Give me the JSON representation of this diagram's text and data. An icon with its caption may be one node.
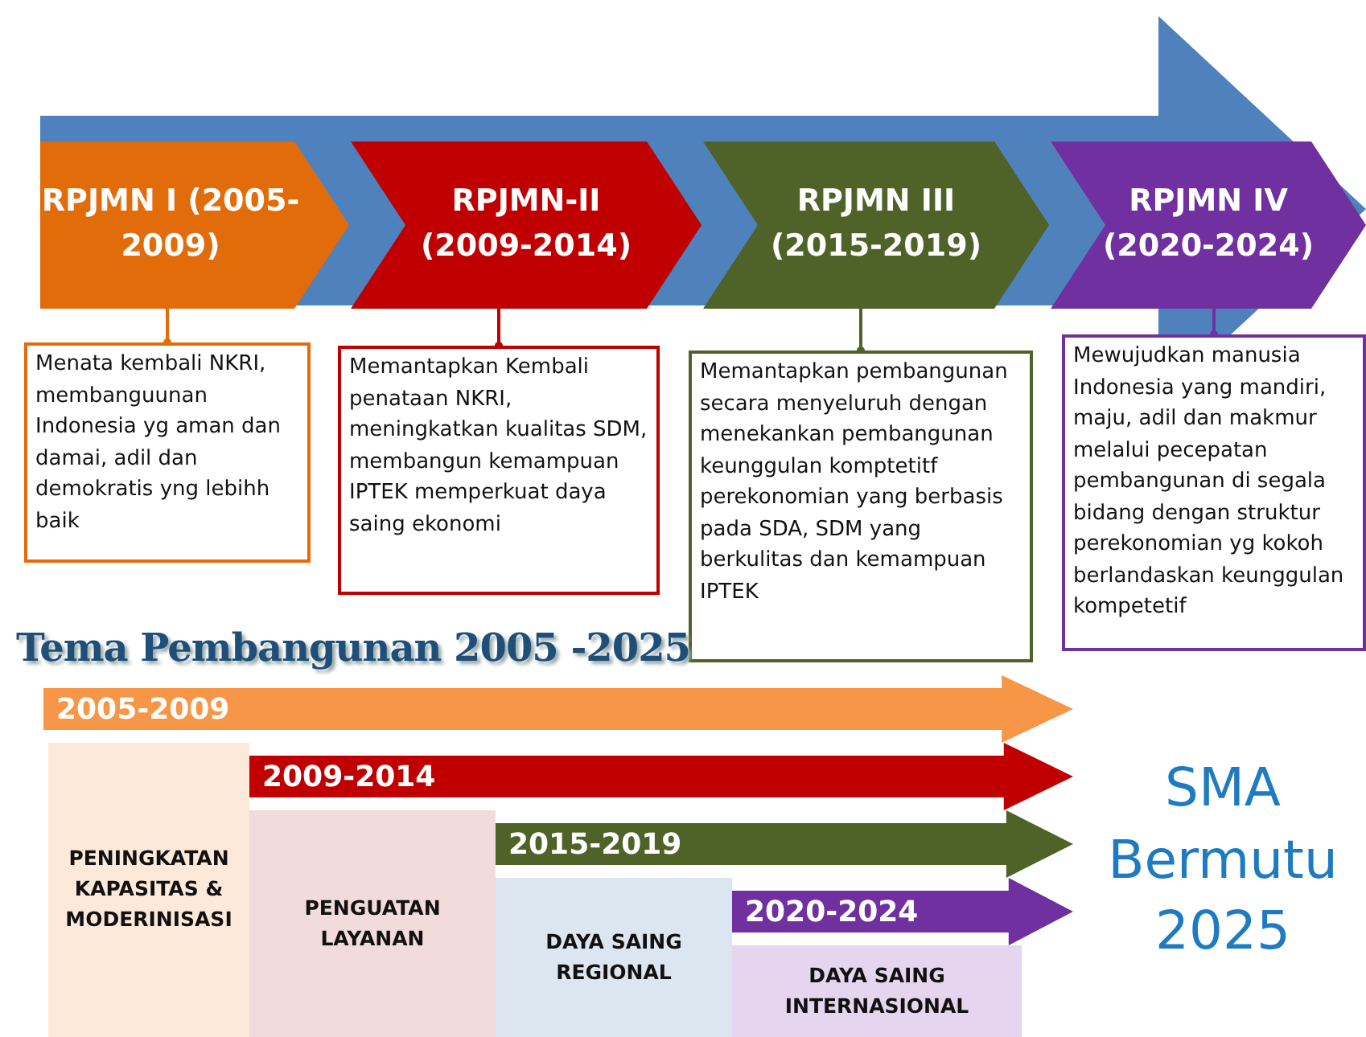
{
  "diagram": {
    "title": "Tema Pembangunan 2005 -2025",
    "nodes": [
      {
        "text": [
          "RPJMN I (2005-2009)"
        ]
      },
      {
        "text": [
          "RPJMN-II (2009-2014)"
        ]
      },
      {
        "text": [
          "RPJMN III (2015-2019)"
        ]
      },
      {
        "text": [
          "RPJMN IV (2020-2024)"
        ]
      },
      {
        "text": [
          "Menata kembali NKRI, membanguunan Indonesia yg aman dan damai, adil dan demokratis yng lebihh baik"
        ]
      },
      {
        "text": [
          "Memantapkan Kembali penataan NKRI, meningkatkan kualitas SDM, membangun kemampuan IPTEK memperkuat daya saing ekonomi"
        ]
      },
      {
        "text": [
          "Memantapkan pembangunan secara menyeluruh dengan menekankan pembangunan keunggulan komptetitf perekonomian yang berbasis pada SDA, SDM yang berkulitas dan kemampuan IPTEK"
        ]
      },
      {
        "text": [
          "Mewujudkan manusia Indonesia yang mandiri, maju, adil dan makmur melalui pecepatan pembangunan di segala bidang dengan struktur perekonomian yg kokoh berlandaskan keunggulan kompetetif"
        ]
      },
      {
        "text": [
          "2005-2009"
        ]
      },
      {
        "text": [
          "2009-2014"
        ]
      },
      {
        "text": [
          "2015-2019"
        ]
      },
      {
        "text": [
          "2020-2024"
        ]
      },
      {
        "text": [
          "PENINGKATAN KAPASITAS & MODERINISASI"
        ]
      },
      {
        "text": [
          "PENGUATAN LAYANAN"
        ]
      },
      {
        "text": [
          "DAYA SAING REGIONAL"
        ]
      },
      {
        "text": [
          "DAYA SAING INTERNASIONAL"
        ]
      }
    ],
    "edges": [
      {
        "from": 0,
        "to": 4,
        "arrow": "other",
        "color": "#e36c0a"
      },
      {
        "from": 1,
        "to": 5,
        "arrow": "other",
        "color": "#c00000"
      },
      {
        "from": 2,
        "to": 6,
        "arrow": "other",
        "color": "#4f6228"
      },
      {
        "from": 3,
        "to": 7,
        "arrow": "other",
        "color": "#7030a0"
      }
    ],
    "labels": [
      "SMA Bermutu 2025"
    ]
  }
}
